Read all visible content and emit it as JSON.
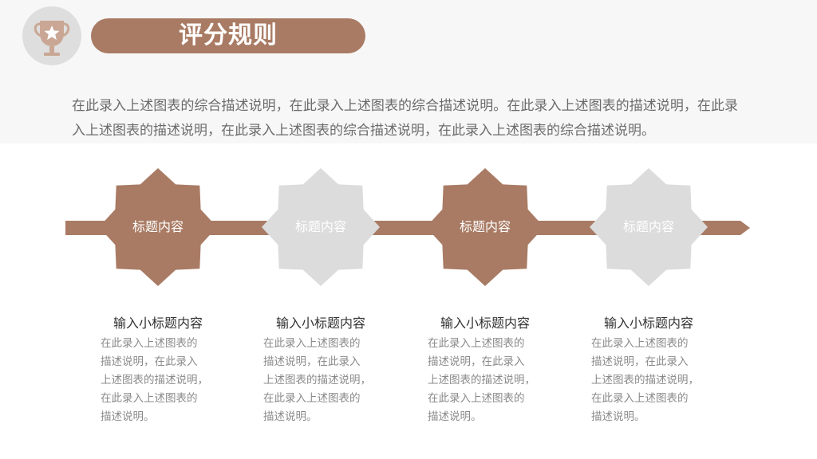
{
  "header": {
    "title": "评分规则",
    "badge_icon": "trophy-star-icon"
  },
  "intro_text": "在此录入上述图表的综合描述说明，在此录入上述图表的综合描述说明。在此录入上述图表的描述说明，在此录入上述图表的描述说明，在此录入上述图表的综合描述说明，在此录入上述图表的综合描述说明。",
  "colors": {
    "accent": "#a97b64",
    "light_shape": "#dcdcdc",
    "band": "#f7f7f7"
  },
  "steps": [
    {
      "label": "标题内容",
      "style": "accent",
      "subtitle": "输入小标题内容",
      "desc_lines": [
        "在此录入上述图表的",
        "描述说明，在此录入",
        "上述图表的描述说明，",
        "在此录入上述图表的",
        "描述说明。"
      ]
    },
    {
      "label": "标题内容",
      "style": "light",
      "subtitle": "输入小标题内容",
      "desc_lines": [
        "在此录入上述图表的",
        "描述说明，在此录入",
        "上述图表的描述说明，",
        "在此录入上述图表的",
        "描述说明。"
      ]
    },
    {
      "label": "标题内容",
      "style": "accent",
      "subtitle": "输入小标题内容",
      "desc_lines": [
        "在此录入上述图表的",
        "描述说明，在此录入",
        "上述图表的描述说明，",
        "在此录入上述图表的",
        "描述说明。"
      ]
    },
    {
      "label": "标题内容",
      "style": "light",
      "subtitle": "输入小标题内容",
      "desc_lines": [
        "在此录入上述图表的",
        "描述说明，在此录入",
        "上述图表的描述说明，",
        "在此录入上述图表的",
        "描述说明。"
      ]
    }
  ]
}
